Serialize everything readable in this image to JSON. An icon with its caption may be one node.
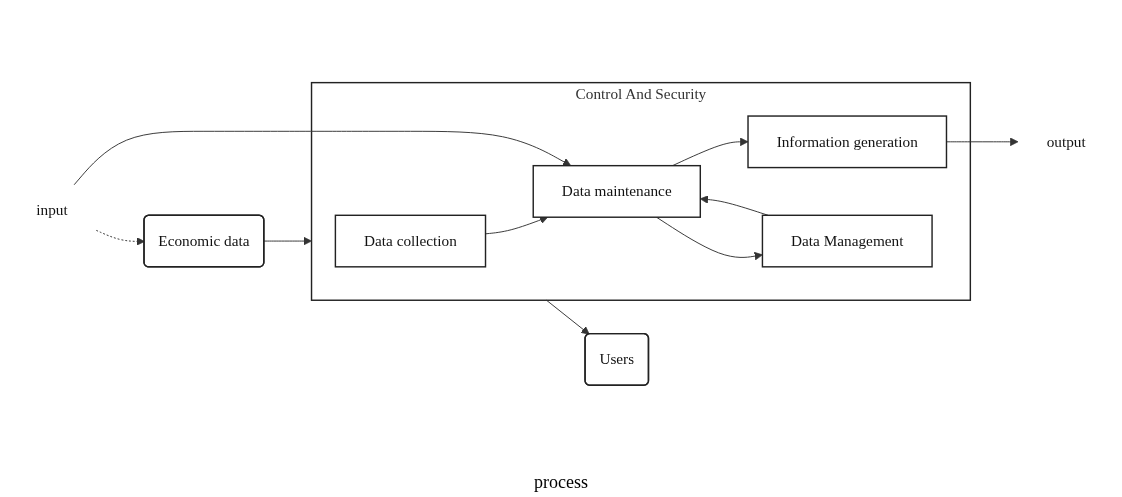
{
  "diagram": {
    "nodes": [
      {
        "text": [
          "Control And Security"
        ]
      },
      {
        "text": [
          "Data collection"
        ],
        "in": 0
      },
      {
        "text": [
          "Data maintenance"
        ],
        "in": 0
      },
      {
        "text": [
          "Information generation"
        ],
        "in": 0
      },
      {
        "text": [
          "Data Management"
        ],
        "in": 0
      },
      {
        "text": [
          "Economic data"
        ]
      },
      {
        "text": [
          "Users"
        ]
      },
      {
        "text": [
          "input"
        ]
      },
      {
        "text": [
          "output"
        ]
      }
    ],
    "edges": [
      {
        "from": 5,
        "to": 0,
        "arrow": "to"
      },
      {
        "from": 1,
        "to": 2,
        "arrow": "to"
      },
      {
        "from": 2,
        "to": 3,
        "arrow": "to"
      },
      {
        "from": 0,
        "to": 6,
        "arrow": "to"
      },
      {
        "from": 2,
        "to": 4,
        "arrow": "to"
      },
      {
        "from": 4,
        "to": 2,
        "arrow": "to"
      },
      {
        "from": 7,
        "to": 5,
        "arrow": "to",
        "style": "dashed"
      },
      {
        "from": 7,
        "to": 2,
        "arrow": "to"
      },
      {
        "from": 3,
        "to": 8,
        "arrow": "to"
      }
    ],
    "labels": [
      "process"
    ]
  }
}
